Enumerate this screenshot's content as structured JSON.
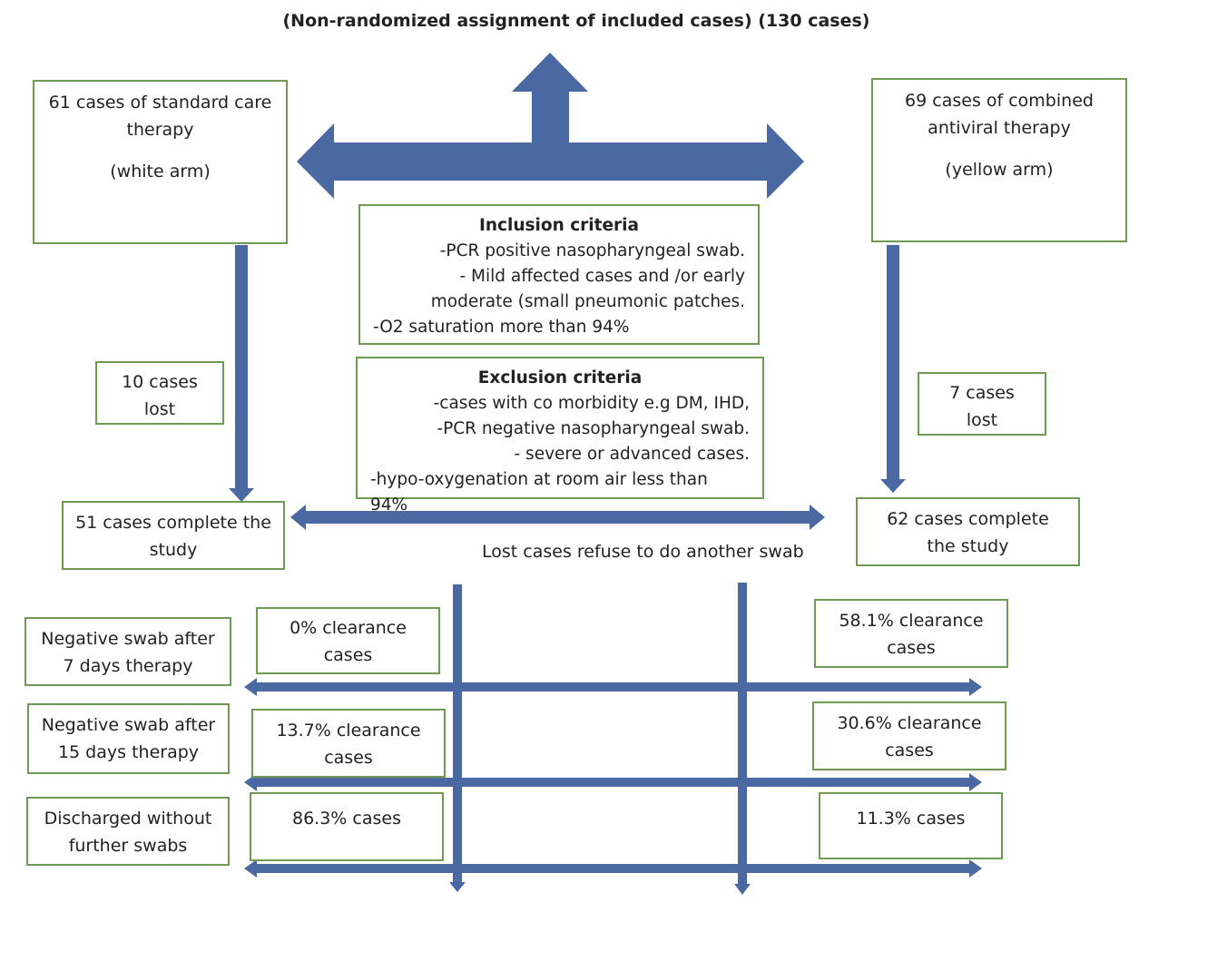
{
  "title": "(Non-randomized assignment of included cases) (130 cases)",
  "white_arm": {
    "line1": "61 cases of standard care",
    "line2": "therapy",
    "line3": "(white arm)"
  },
  "yellow_arm": {
    "line1": "69 cases of combined",
    "line2": "antiviral therapy",
    "line3": "(yellow arm)"
  },
  "inclusion": {
    "heading": "Inclusion criteria",
    "items": [
      "-PCR positive nasopharyngeal swab.",
      "- Mild affected cases and /or early",
      "moderate (small pneumonic patches.",
      "-O2 saturation more than 94%"
    ]
  },
  "exclusion": {
    "heading": "Exclusion criteria",
    "items": [
      "-cases with co morbidity e.g DM, IHD,",
      "-PCR negative nasopharyngeal swab.",
      "- severe or advanced cases.",
      "-hypo-oxygenation at room air less than 94%"
    ]
  },
  "lost_left": {
    "line1": "10 cases",
    "line2": "lost"
  },
  "lost_right": {
    "line1": "7 cases",
    "line2": "lost"
  },
  "complete_left": {
    "line1": "51 cases complete the",
    "line2": "study"
  },
  "complete_right": {
    "line1": "62 cases complete",
    "line2": "the study"
  },
  "lost_note": "Lost cases refuse to do another swab",
  "rows": [
    {
      "label1": "Negative swab after",
      "label2": "7 days therapy",
      "left1": "0% clearance",
      "left2": "cases",
      "right1": "58.1% clearance",
      "right2": "cases"
    },
    {
      "label1": "Negative swab after",
      "label2": "15 days therapy",
      "left1": "13.7% clearance",
      "left2": "cases",
      "right1": "30.6% clearance",
      "right2": "cases"
    },
    {
      "label1": "Discharged without",
      "label2": "further swabs",
      "left1": "86.3% cases",
      "left2": "",
      "right1": "11.3% cases",
      "right2": ""
    }
  ],
  "colors": {
    "arrow": "#4a69a3",
    "box_border": "#6f9a52"
  }
}
